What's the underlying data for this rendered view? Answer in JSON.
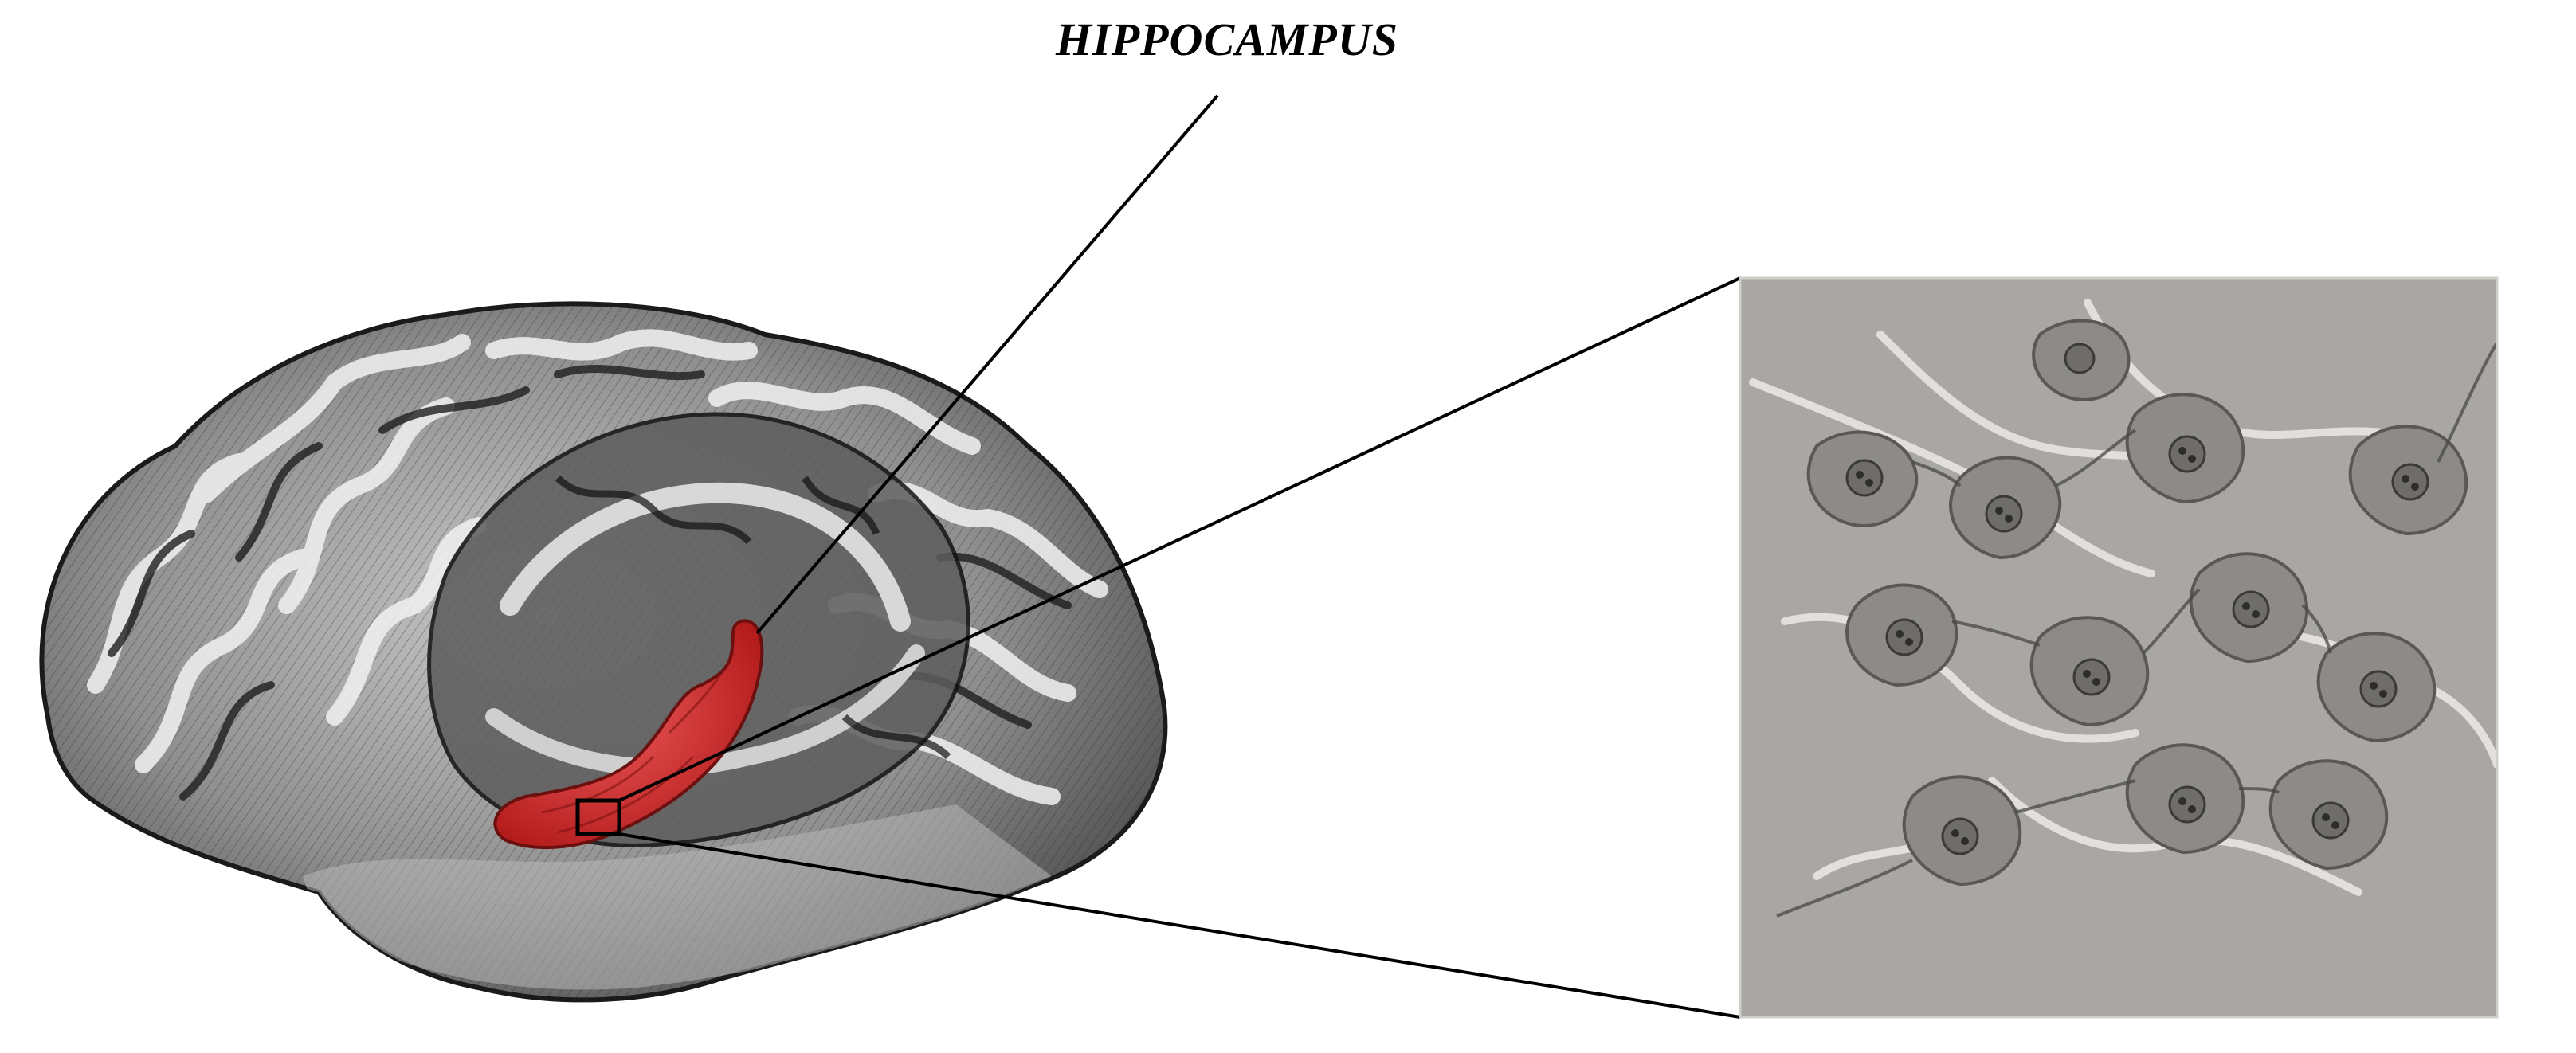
{
  "figure": {
    "label": "HIPPOCAMPUS"
  },
  "colors": {
    "hippocampus_highlight": "#d42b2b",
    "brain_gray": "#8a8a8a",
    "micrograph_background": "#a9a7a4",
    "cell_body": "#8f8d8a",
    "leader_line": "#000000"
  },
  "icons": {
    "brain": "brain-illustration",
    "micrograph": "neuron-culture-micrograph"
  }
}
